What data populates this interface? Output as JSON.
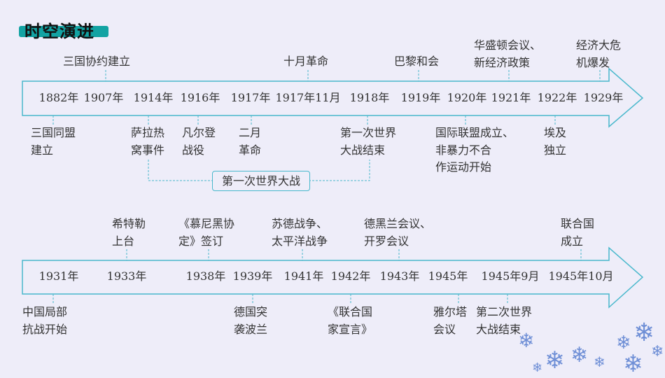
{
  "title": "时空演进",
  "timeline1": {
    "years": [
      "1882年",
      "1907年",
      "1914年",
      "1916年",
      "1917年",
      "1917年11月",
      "1918年",
      "1919年",
      "1920年",
      "1921年",
      "1922年",
      "1929年"
    ],
    "above": [
      [
        "三国协约建立"
      ],
      [
        "十月革命"
      ],
      [
        "巴黎和会"
      ],
      [
        "华盛顿会议、",
        "新经济政策"
      ],
      [
        "经济大危",
        "机爆发"
      ]
    ],
    "below": [
      [
        "三国同盟",
        "建立"
      ],
      [
        "萨拉热",
        "窝事件"
      ],
      [
        "凡尔登",
        "战役"
      ],
      [
        "二月",
        "革命"
      ],
      [
        "第一次世界",
        "大战结束"
      ],
      [
        "国际联盟成立、",
        "非暴力不合",
        "作运动开始"
      ],
      [
        "埃及",
        "独立"
      ]
    ],
    "bracket_label": "第一次世界大战"
  },
  "timeline2": {
    "years": [
      "1931年",
      "1933年",
      "1938年",
      "1939年",
      "1941年",
      "1942年",
      "1943年",
      "1945年",
      "1945年9月",
      "1945年10月"
    ],
    "above": [
      [
        "希特勒",
        "上台"
      ],
      [
        "《慕尼黑协",
        "定》签订"
      ],
      [
        "苏德战争、",
        "太平洋战争"
      ],
      [
        "德黑兰会议、",
        "开罗会议"
      ],
      [
        "联合国",
        "成立"
      ]
    ],
    "below": [
      [
        "中国局部",
        "抗战开始"
      ],
      [
        "德国突",
        "袭波兰"
      ],
      [
        "《联合国",
        "家宣言》"
      ],
      [
        "雅尔塔",
        "会议"
      ],
      [
        "第二次世界",
        "大战结束"
      ]
    ]
  },
  "colors": {
    "accent": "#13a3a3",
    "line": "#49b8cc",
    "background": "#eeedf9"
  }
}
